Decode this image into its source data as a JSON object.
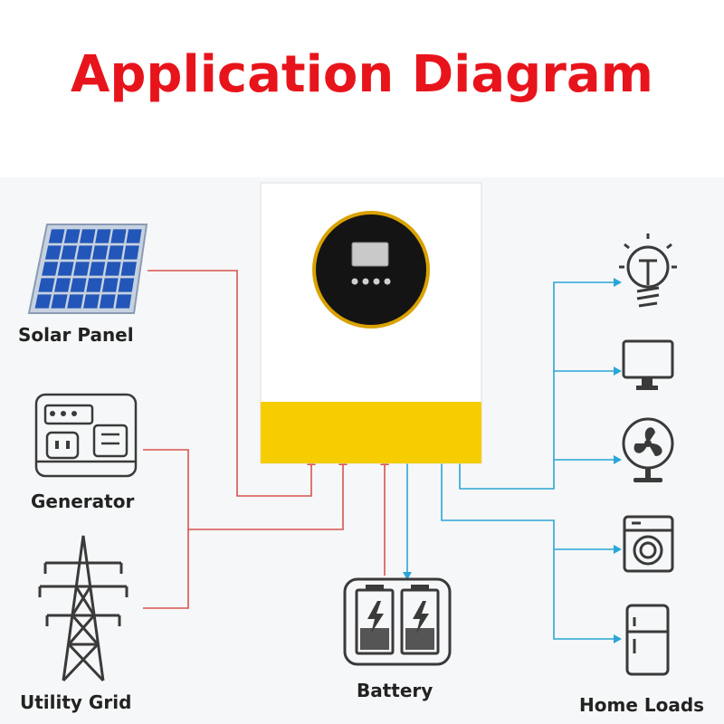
{
  "title": "Application Diagram",
  "colors": {
    "title": "#e8141b",
    "input_line": "#d9534f",
    "output_line": "#2aa6d6",
    "inverter_yellow": "#f5cd00",
    "icon_dark": "#3a3a3a"
  },
  "sources": {
    "solar_label": "Solar Panel",
    "generator_label": "Generator",
    "grid_label": "Utility Grid"
  },
  "battery_label": "Battery",
  "loads": {
    "label": "Home Loads",
    "items": [
      "light-bulb",
      "monitor",
      "fan",
      "washing-machine",
      "refrigerator"
    ]
  }
}
